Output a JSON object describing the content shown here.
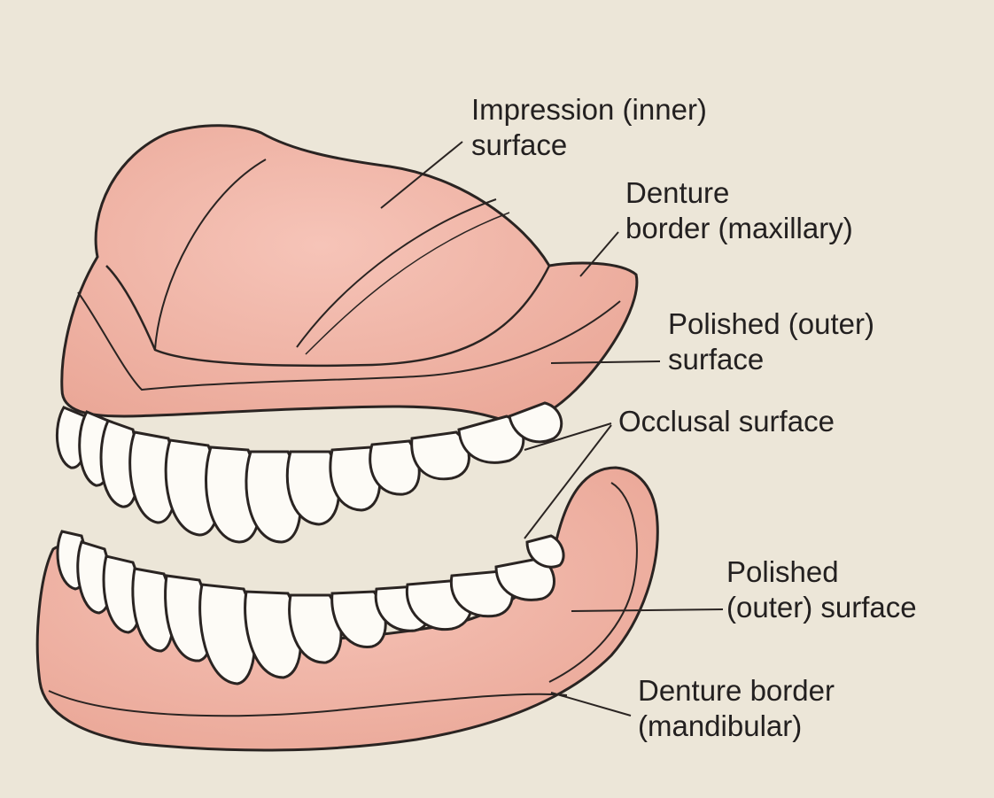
{
  "colors": {
    "paper": "#ece6d8",
    "gum": "#f0b3a6",
    "gum_shade": "#e59a8c",
    "tooth": "#fdfbf6",
    "ink": "#2a2422"
  },
  "labels": {
    "impression": {
      "line1": "Impression (inner)",
      "line2": "surface"
    },
    "border_max": {
      "line1": "Denture",
      "line2": "border (maxillary)"
    },
    "polished_upper": {
      "line1": "Polished (outer)",
      "line2": "surface"
    },
    "occlusal": {
      "line1": "Occlusal surface"
    },
    "polished_lower": {
      "line1": "Polished",
      "line2": "(outer) surface"
    },
    "border_mand": {
      "line1": "Denture border",
      "line2": "(mandibular)"
    }
  }
}
